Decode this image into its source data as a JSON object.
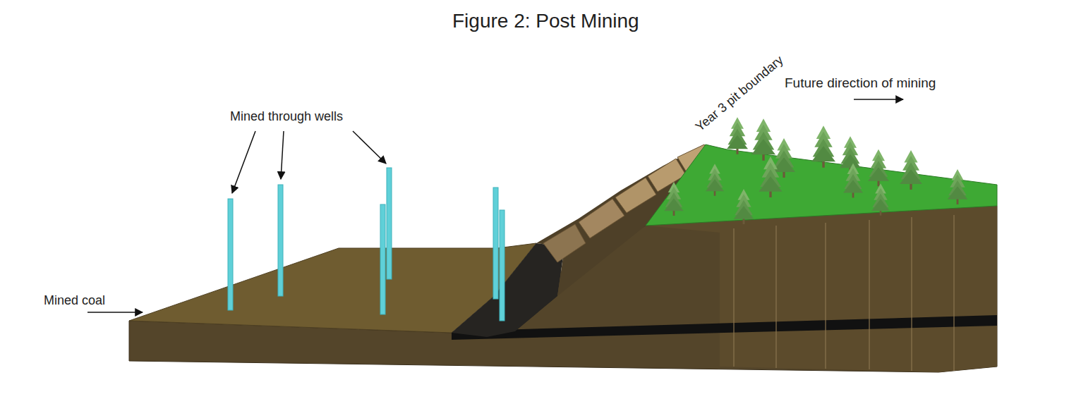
{
  "diagram": {
    "title": "Figure 2: Post Mining",
    "labels": [
      "Mined through wells",
      "Year 3 pit boundary",
      "Future direction of mining",
      "Mined coal"
    ]
  }
}
